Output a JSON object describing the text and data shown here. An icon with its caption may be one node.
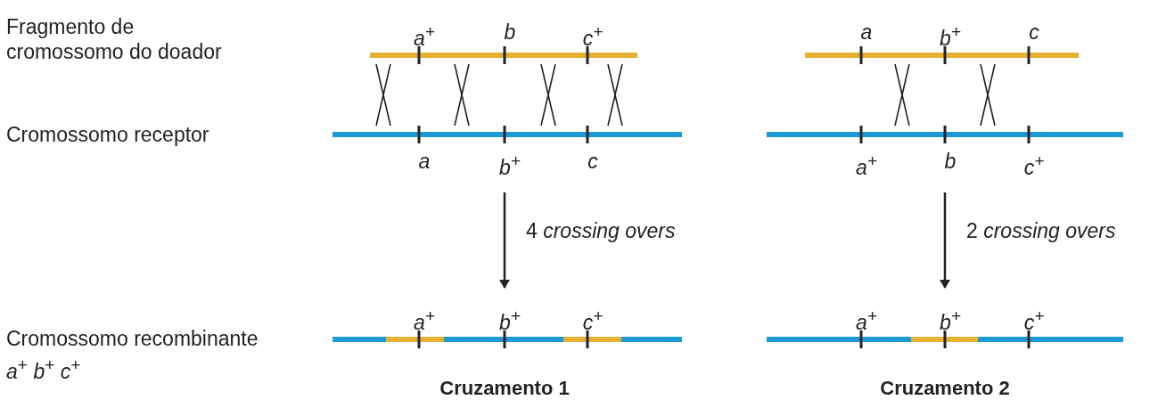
{
  "diagram": {
    "nodes": [
      {
        "text": [],
        "shape": "bar",
        "beside": [
          "a$^{+}$",
          "b",
          "c$^{+}$"
        ]
      },
      {
        "text": [],
        "shape": "bar",
        "beside": [
          "a",
          "b$^{+}$",
          "c"
        ]
      },
      {
        "text": [],
        "shape": "bar",
        "beside": [
          "a",
          "b$^{+}$",
          "c"
        ]
      },
      {
        "text": [],
        "shape": "bar",
        "beside": [
          "a$^{+}$",
          "b",
          "c$^{+}$"
        ]
      },
      {
        "text": [],
        "shape": "bar",
        "beside": [
          "a$^{+}$",
          "b$^{+}$",
          "c$^{+}$"
        ]
      },
      {
        "text": [],
        "shape": "bar",
        "beside": [
          "a$^{+}$",
          "b$^{+}$",
          "c$^{+}$"
        ]
      }
    ],
    "edges": [
      {
        "from": 0,
        "to": 1,
        "arrow": "none"
      },
      {
        "from": 0,
        "to": 1,
        "arrow": "none"
      },
      {
        "from": 0,
        "to": 1,
        "arrow": "none"
      },
      {
        "from": 0,
        "to": 1,
        "arrow": "none"
      },
      {
        "from": 0,
        "to": 1,
        "arrow": "none"
      },
      {
        "from": 0,
        "to": 1,
        "arrow": "none"
      },
      {
        "from": 0,
        "to": 1,
        "arrow": "none"
      },
      {
        "from": 0,
        "to": 1,
        "arrow": "none"
      },
      {
        "from": 2,
        "to": 3,
        "arrow": "none"
      },
      {
        "from": 2,
        "to": 3,
        "arrow": "none"
      },
      {
        "from": 2,
        "to": 3,
        "arrow": "none"
      },
      {
        "from": 2,
        "to": 3,
        "arrow": "none"
      },
      {
        "from": 1,
        "to": 4,
        "arrow": "to",
        "label": "4 *crossing overs*"
      },
      {
        "from": 3,
        "to": 5,
        "arrow": "to",
        "label": "2 *crossing overs*"
      }
    ],
    "labels": [
      "Fragmento de cromossomo do doador",
      "Cromossomo receptor",
      "Cromossomo recombinante",
      "*a*$^{+}$ *b*$^{+}$ *c*$^{+}$",
      "Cruzamento 1",
      "Cruzamento 2"
    ]
  }
}
